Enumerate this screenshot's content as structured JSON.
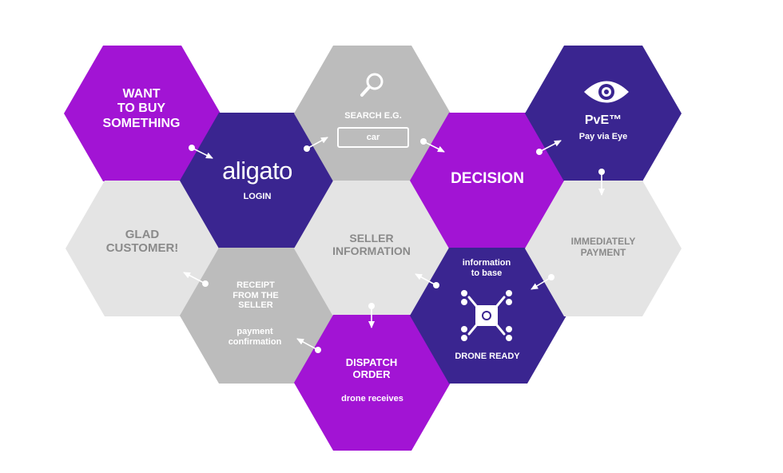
{
  "colors": {
    "purple": "#a214d4",
    "indigo": "#3a2590",
    "gray": "#bcbcbc",
    "light_gray": "#e4e4e4",
    "arrow": "#ffffff"
  },
  "hexes": {
    "want": {
      "line1": "WANT",
      "line2": "TO BUY",
      "line3": "SOMETHING"
    },
    "login": {
      "logo": "aligato",
      "label": "LOGIN"
    },
    "search": {
      "label": "SEARCH E.G.",
      "value": "car",
      "icon": "search-icon"
    },
    "decision": {
      "label": "DECISION"
    },
    "pve": {
      "title": "PvE™",
      "subtitle": "Pay via Eye",
      "icon": "eye-icon"
    },
    "glad": {
      "line1": "GLAD",
      "line2": "CUSTOMER!"
    },
    "seller": {
      "line1": "SELLER",
      "line2": "INFORMATION"
    },
    "payment": {
      "line1": "IMMEDIATELY",
      "line2": "PAYMENT"
    },
    "receipt": {
      "line1": "RECEIPT",
      "line2": "FROM THE",
      "line3": "SELLER",
      "line4": "payment",
      "line5": "confirmation"
    },
    "drone": {
      "line1": "information",
      "line2": "to base",
      "footer": "DRONE READY",
      "icon": "drone-icon"
    },
    "dispatch": {
      "line1": "DISPATCH",
      "line2": "ORDER",
      "line3": "drone receives"
    }
  }
}
